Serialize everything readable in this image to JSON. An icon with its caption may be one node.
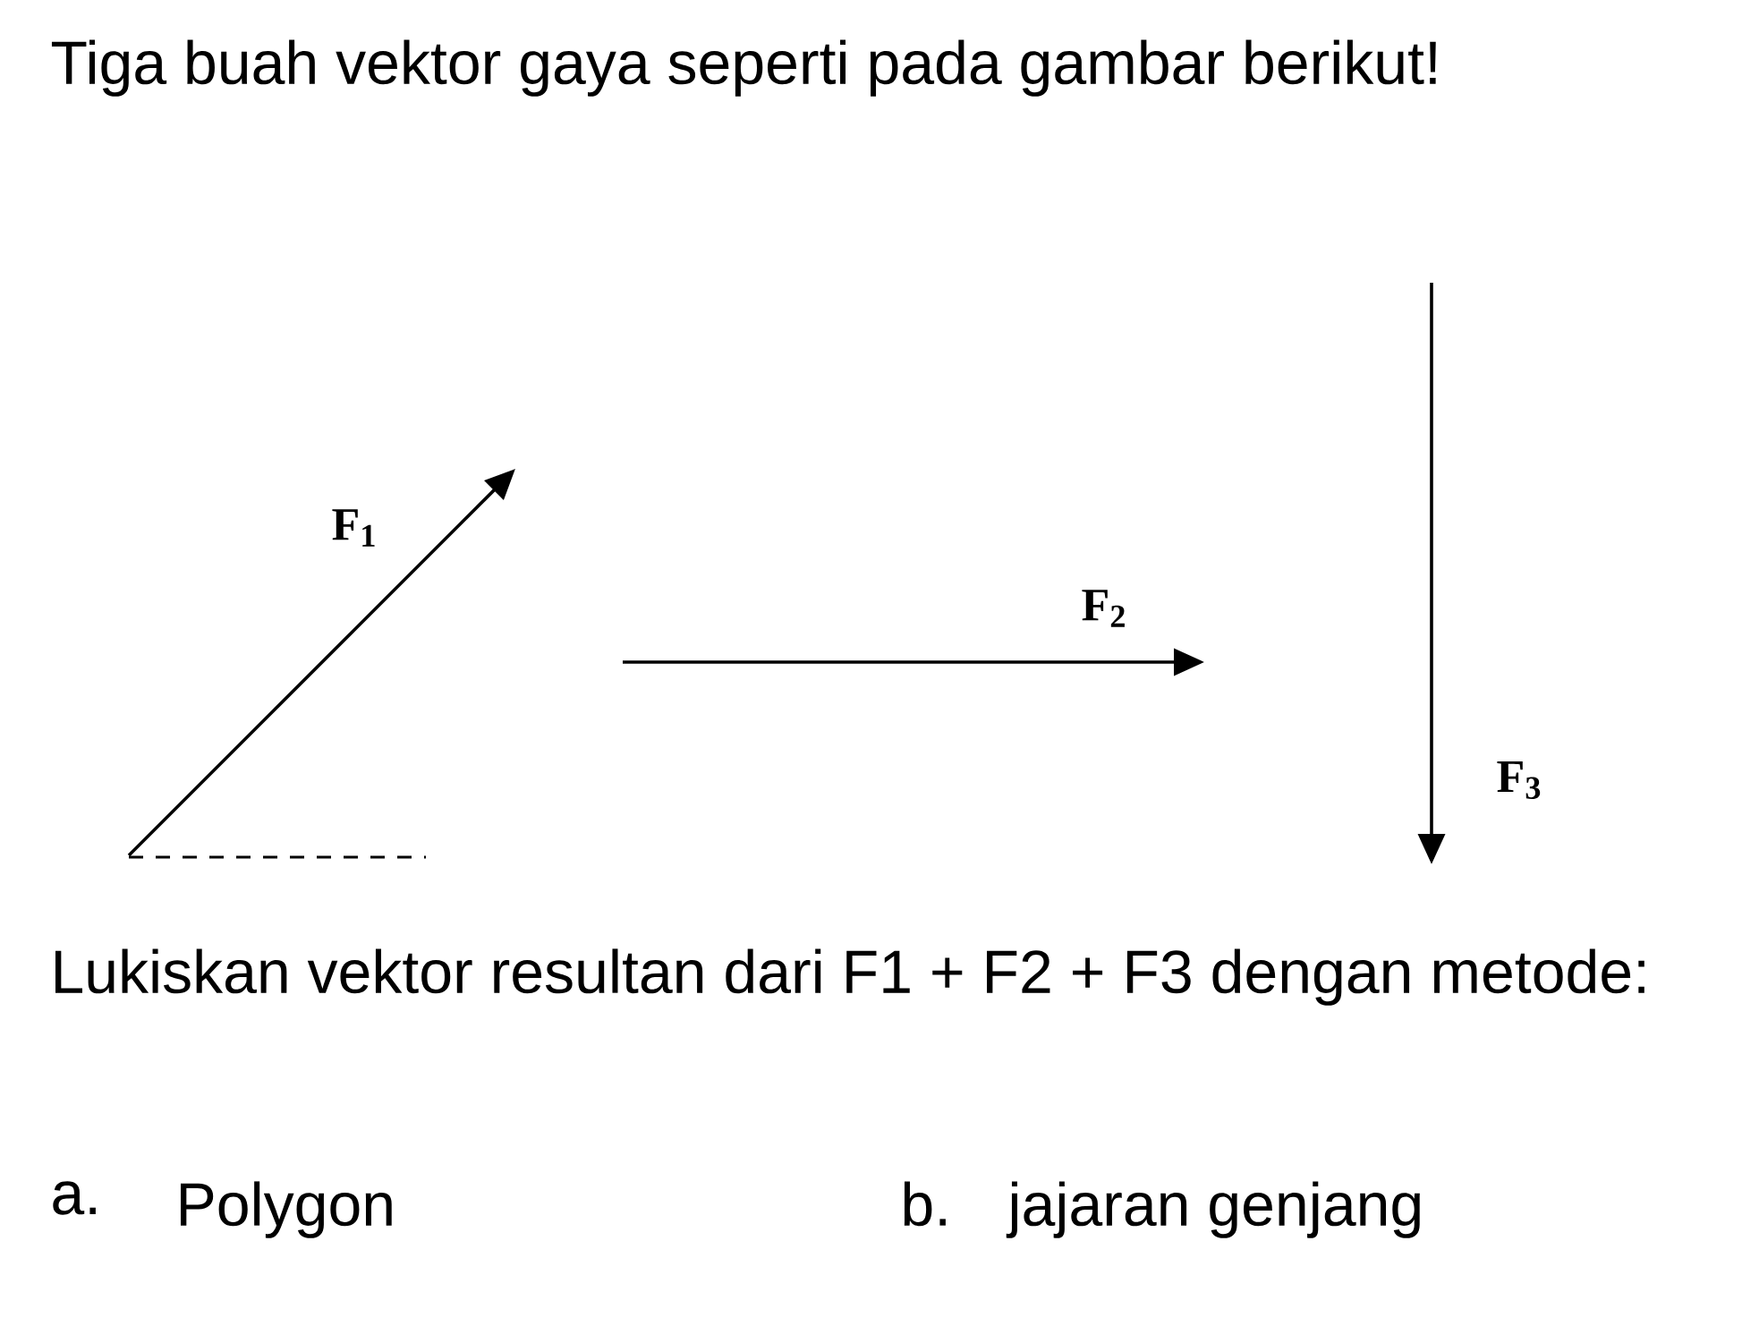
{
  "diagram": {
    "labels": [
      "Tiga buah vektor gaya seperti pada gambar berikut!",
      "F$_{1}$",
      "F$_{2}$",
      "F$_{3}$",
      "Lukiskan vektor resultan dari F1 + F2 + F3 dengan metode:",
      "a.",
      "Polygon",
      "b.",
      "jajaran genjang"
    ]
  }
}
